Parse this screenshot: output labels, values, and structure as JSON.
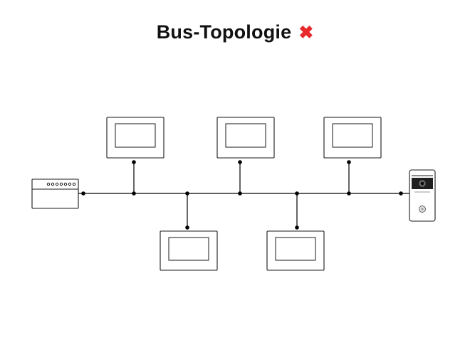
{
  "title": {
    "text": "Bus-Topologie",
    "status_icon": "✖"
  },
  "colors": {
    "background": "#ffffff",
    "line": "#000000",
    "title": "#111111",
    "cross_red": "#e8282a"
  },
  "diagram": {
    "type": "bus-topology",
    "nodes": [
      {
        "id": "power-supply",
        "kind": "power-supply-unit"
      },
      {
        "id": "monitor-1",
        "kind": "indoor-monitor"
      },
      {
        "id": "monitor-2",
        "kind": "indoor-monitor"
      },
      {
        "id": "monitor-3",
        "kind": "indoor-monitor"
      },
      {
        "id": "monitor-4",
        "kind": "indoor-monitor"
      },
      {
        "id": "monitor-5",
        "kind": "indoor-monitor"
      },
      {
        "id": "door-station",
        "kind": "outdoor-door-station"
      }
    ],
    "junction_count": 12
  }
}
